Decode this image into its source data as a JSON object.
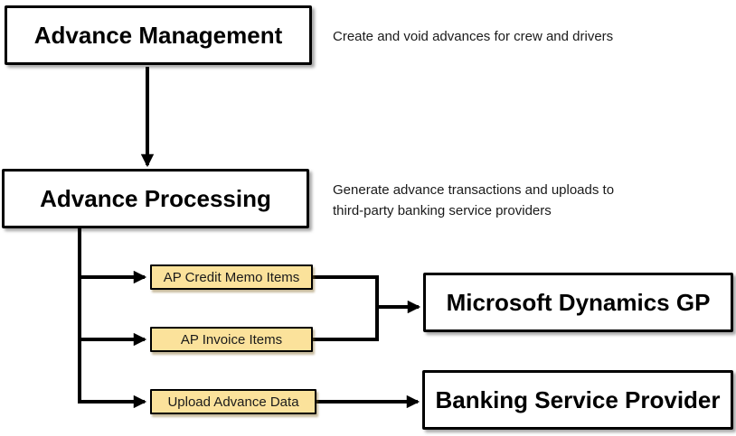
{
  "diagram": {
    "nodes": {
      "advance_management": {
        "label": "Advance Management"
      },
      "advance_processing": {
        "label": "Advance Processing"
      },
      "ap_credit_memo_items": {
        "label": "AP Credit Memo Items"
      },
      "ap_invoice_items": {
        "label": "AP Invoice Items"
      },
      "upload_advance_data": {
        "label": "Upload Advance Data"
      },
      "microsoft_dynamics_gp": {
        "label": "Microsoft Dynamics GP"
      },
      "banking_service_provider": {
        "label": "Banking Service Provider"
      }
    },
    "annotations": {
      "advance_management_description": "Create and void advances for crew and drivers",
      "advance_processing_description": "Generate advance transactions and uploads to third-party banking service providers"
    },
    "edges": [
      {
        "from": "advance_management",
        "to": "advance_processing"
      },
      {
        "from": "advance_processing",
        "to": "ap_credit_memo_items"
      },
      {
        "from": "advance_processing",
        "to": "ap_invoice_items"
      },
      {
        "from": "advance_processing",
        "to": "upload_advance_data"
      },
      {
        "from": "ap_credit_memo_items",
        "to": "microsoft_dynamics_gp"
      },
      {
        "from": "ap_invoice_items",
        "to": "microsoft_dynamics_gp"
      },
      {
        "from": "upload_advance_data",
        "to": "banking_service_provider"
      }
    ],
    "colors": {
      "background": "#FFFFFF",
      "main_box_fill": "#FFFFFF",
      "main_box_border": "#000000",
      "task_box_fill": "#FBE29B",
      "task_box_border": "#000000",
      "connector": "#000000",
      "text": "#000000"
    }
  }
}
